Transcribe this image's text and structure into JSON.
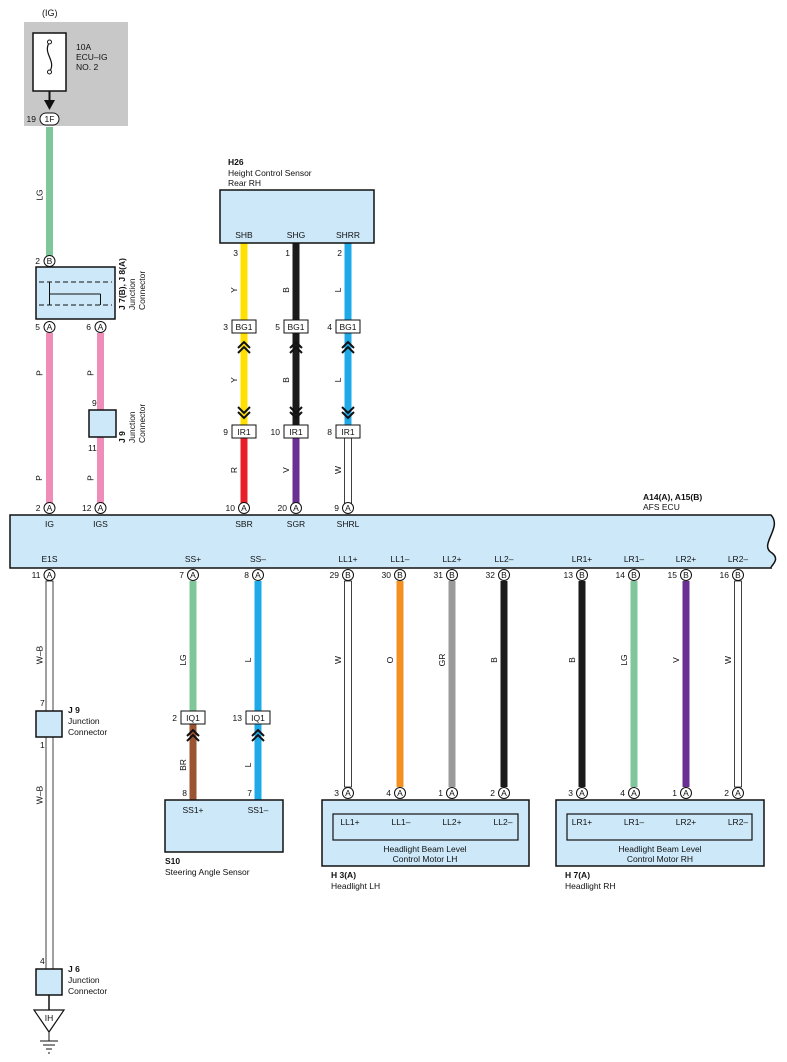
{
  "fuse": {
    "power_label": "(IG)",
    "rating": "10A",
    "name_line1": "ECU–IG",
    "name_line2": "NO. 2",
    "pin": "19",
    "connector": "1F"
  },
  "junction_j7": {
    "code": "J 7(B), J 8(A)",
    "name_line1": "Junction",
    "name_line2": "Connector",
    "pin_in": "2",
    "pin_in_letter": "B",
    "pin_out1": "5",
    "pin_out1_letter": "A",
    "pin_out2": "6",
    "pin_out2_letter": "A"
  },
  "junction_j9_top": {
    "code": "J 9",
    "name_line1": "Junction",
    "name_line2": "Connector",
    "pin_top": "9",
    "pin_bottom": "11"
  },
  "height_sensor": {
    "code": "H26",
    "name_line1": "Height Control Sensor",
    "name_line2": "Rear RH",
    "terminals": [
      "SHB",
      "SHG",
      "SHRR"
    ],
    "pins": [
      "3",
      "1",
      "2"
    ]
  },
  "bg1": {
    "connector": "BG1",
    "pins": [
      "3",
      "5",
      "4"
    ]
  },
  "ir1": {
    "connector": "IR1",
    "pins": [
      "9",
      "10",
      "8"
    ]
  },
  "ecu": {
    "code": "A14(A), A15(B)",
    "name": "AFS ECU",
    "top_terminals": [
      {
        "pin": "2",
        "letter": "A",
        "label": "IG"
      },
      {
        "pin": "12",
        "letter": "A",
        "label": "IGS"
      },
      {
        "pin": "10",
        "letter": "A",
        "label": "SBR"
      },
      {
        "pin": "20",
        "letter": "A",
        "label": "SGR"
      },
      {
        "pin": "9",
        "letter": "A",
        "label": "SHRL"
      }
    ],
    "bottom_terminals": [
      {
        "pin": "11",
        "letter": "A",
        "label": "E1S"
      },
      {
        "pin": "7",
        "letter": "A",
        "label": "SS+"
      },
      {
        "pin": "8",
        "letter": "A",
        "label": "SS–"
      },
      {
        "pin": "29",
        "letter": "B",
        "label": "LL1+"
      },
      {
        "pin": "30",
        "letter": "B",
        "label": "LL1–"
      },
      {
        "pin": "31",
        "letter": "B",
        "label": "LL2+"
      },
      {
        "pin": "32",
        "letter": "B",
        "label": "LL2–"
      },
      {
        "pin": "13",
        "letter": "B",
        "label": "LR1+"
      },
      {
        "pin": "14",
        "letter": "B",
        "label": "LR1–"
      },
      {
        "pin": "15",
        "letter": "B",
        "label": "LR2+"
      },
      {
        "pin": "16",
        "letter": "B",
        "label": "LR2–"
      }
    ]
  },
  "wire_colors": {
    "LG": "#7fc79a",
    "P": "#f08cb8",
    "Y": "#ffe000",
    "B": "#1a1a1a",
    "L": "#1ea9e8",
    "R": "#e8202a",
    "V": "#6a2f93",
    "W": "#ffffff",
    "BR": "#9a5431",
    "O": "#f39021",
    "GR": "#9a9a9a",
    "WB": "#ffffff"
  },
  "wires": {
    "fuse_to_j7": "LG",
    "j7_to_ig": "P",
    "j7_to_j9": "P",
    "j9_to_igs": "P",
    "sensor_top": [
      "Y",
      "B",
      "L"
    ],
    "sensor_mid": [
      "Y",
      "B",
      "L"
    ],
    "sensor_low": [
      "R",
      "V",
      "W"
    ],
    "ground_upper": "W–B",
    "ground_lower": "W–B",
    "ss_upper": [
      "LG",
      "L"
    ],
    "ss_lower": [
      "BR",
      "L"
    ],
    "lh": [
      "W",
      "O",
      "GR",
      "B"
    ],
    "rh": [
      "B",
      "LG",
      "V",
      "W"
    ]
  },
  "iq1": {
    "connector": "IQ1",
    "pins": [
      "2",
      "13"
    ]
  },
  "steering_sensor": {
    "code": "S10",
    "name": "Steering Angle Sensor",
    "terminals": [
      "SS1+",
      "SS1–"
    ],
    "pins": [
      "8",
      "7"
    ]
  },
  "j9_ground": {
    "code": "J 9",
    "name_line1": "Junction",
    "name_line2": "Connector",
    "pin_top": "7",
    "pin_bottom": "1"
  },
  "j6": {
    "code": "J 6",
    "name_line1": "Junction",
    "name_line2": "Connector",
    "pin": "4"
  },
  "ground": {
    "label": "IH"
  },
  "headlight_lh": {
    "code": "H 3(A)",
    "name": "Headlight LH",
    "motor_line1": "Headlight Beam Level",
    "motor_line2": "Control Motor LH",
    "terminals": [
      "LL1+",
      "LL1–",
      "LL2+",
      "LL2–"
    ],
    "pins": [
      "3",
      "4",
      "1",
      "2"
    ],
    "letter": "A"
  },
  "headlight_rh": {
    "code": "H 7(A)",
    "name": "Headlight RH",
    "motor_line1": "Headlight Beam Level",
    "motor_line2": "Control Motor RH",
    "terminals": [
      "LR1+",
      "LR1–",
      "LR2+",
      "LR2–"
    ],
    "pins": [
      "3",
      "4",
      "1",
      "2"
    ],
    "letter": "A"
  }
}
